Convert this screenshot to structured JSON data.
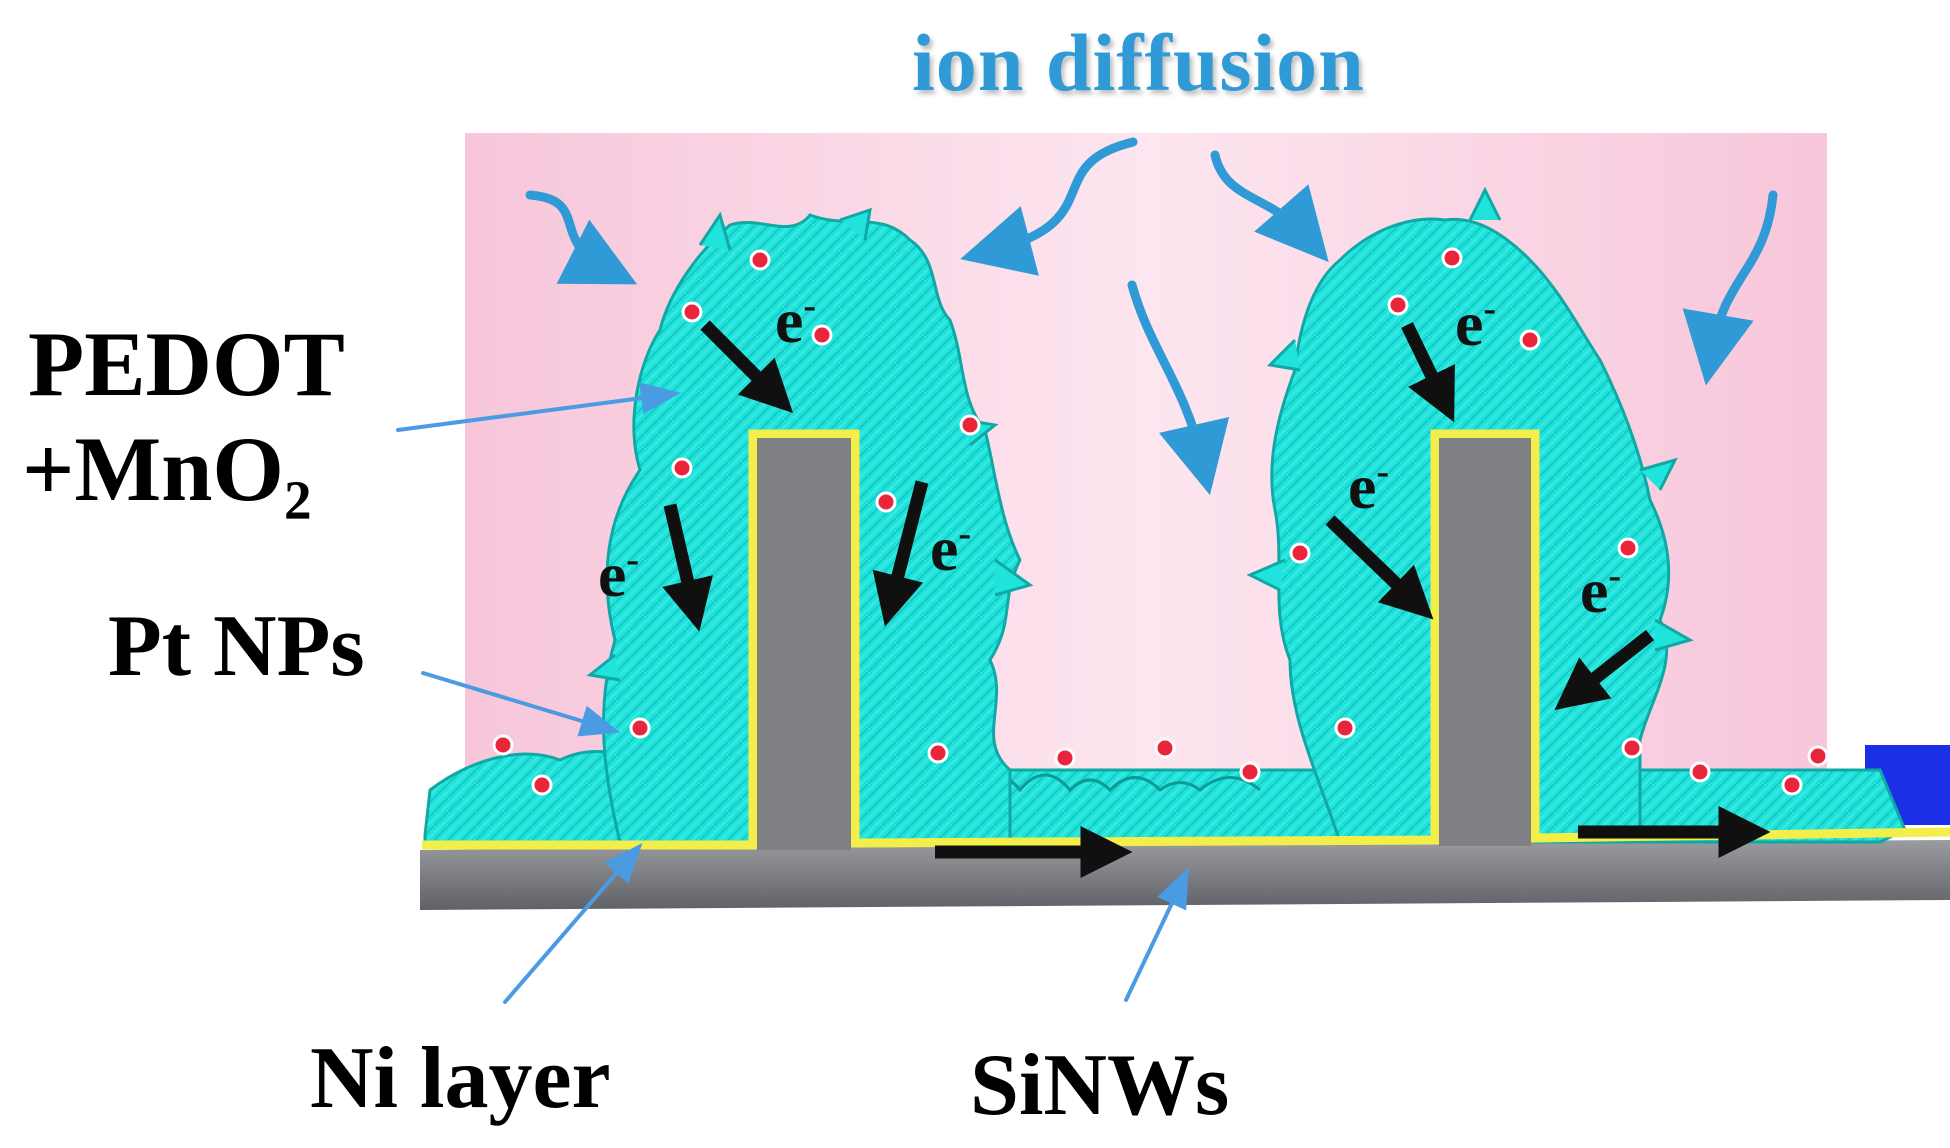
{
  "colors": {
    "electrolyte": "#f9d2e3",
    "coating": "#20e3dc",
    "coating_edge": "#10a8a4",
    "nanowire": "#7e8084",
    "ni_layer": "#f4ee4a",
    "pt_np": "#e8253a",
    "ion_arrow": "#2f9ad6",
    "pointer": "#4b9be2",
    "electron_arrow": "#101010",
    "blue_block": "#1b2fe6"
  },
  "labels": {
    "ion_diffusion": "ion diffusion",
    "pedot_line1": "PEDOT",
    "pedot_line2": "+MnO₂",
    "pt_nps": "Pt NPs",
    "ni_layer": "Ni layer",
    "sinws": "SiNWs",
    "electron": "e",
    "electron_charge": "-"
  }
}
